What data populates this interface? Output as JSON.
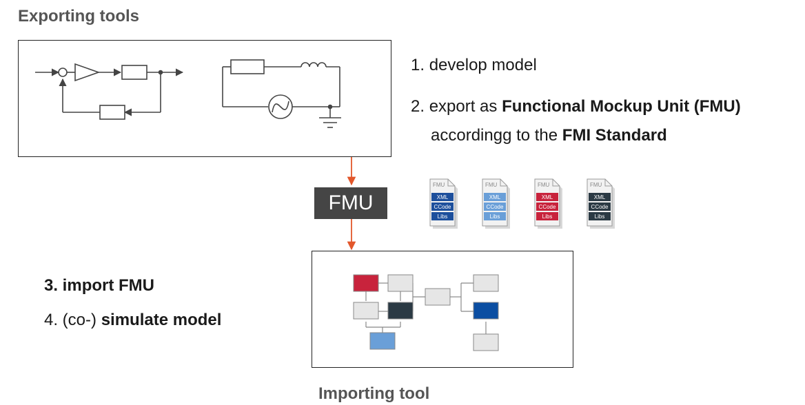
{
  "exporting_heading": "Exporting tools",
  "importing_heading": "Importing tool",
  "fmu_badge": "FMU",
  "steps": {
    "s1": {
      "num": "1.",
      "text": "develop model"
    },
    "s2": {
      "num": "2.",
      "pre": "export as ",
      "bold1": "Functional Mockup Unit (FMU)",
      "line2_pre": "accordingg to the ",
      "bold2": "FMI Standard"
    },
    "s3": {
      "text": "3. import FMU"
    },
    "s4": {
      "pre": "4. (co-) ",
      "bold": "simulate model"
    }
  },
  "fmu_files": [
    {
      "header": "FMU",
      "rows": [
        "XML",
        "CCode",
        "Libs"
      ],
      "color": "#1d4f9c"
    },
    {
      "header": "FMU",
      "rows": [
        "XML",
        "CCode",
        "Libs"
      ],
      "color": "#6a9fd8"
    },
    {
      "header": "FMU",
      "rows": [
        "XML",
        "CCode",
        "Libs"
      ],
      "color": "#c8233c"
    },
    {
      "header": "FMU",
      "rows": [
        "XML",
        "CCode",
        "Libs"
      ],
      "color": "#2b3a44"
    }
  ],
  "colors": {
    "arrow": "#e2572b",
    "import_red": "#c8233c",
    "import_dark": "#2b3a44",
    "import_blue": "#0b4ea2",
    "import_light_blue": "#6a9fd8",
    "import_gray": "#e6e6e6"
  }
}
